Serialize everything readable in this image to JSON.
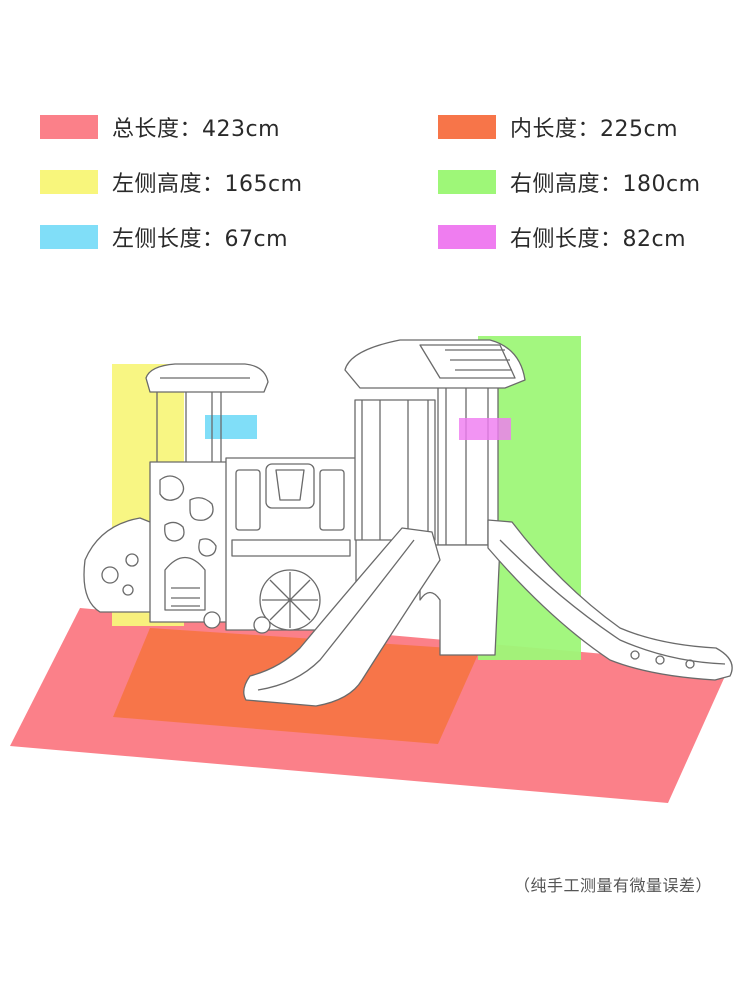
{
  "legend": [
    {
      "label": "总长度：423cm",
      "color": "#fb8089",
      "icon": "total-length-swatch"
    },
    {
      "label": "内长度：225cm",
      "color": "#f77549",
      "icon": "inner-length-swatch"
    },
    {
      "label": "左侧高度：165cm",
      "color": "#f8f67c",
      "icon": "left-height-swatch"
    },
    {
      "label": "右侧高度：180cm",
      "color": "#9ef778",
      "icon": "right-height-swatch"
    },
    {
      "label": "左侧长度：67cm",
      "color": "#80def8",
      "icon": "left-length-swatch"
    },
    {
      "label": "右侧长度：82cm",
      "color": "#ef7df0",
      "icon": "right-length-swatch"
    }
  ],
  "note": "（纯手工测量有微量误差）"
}
